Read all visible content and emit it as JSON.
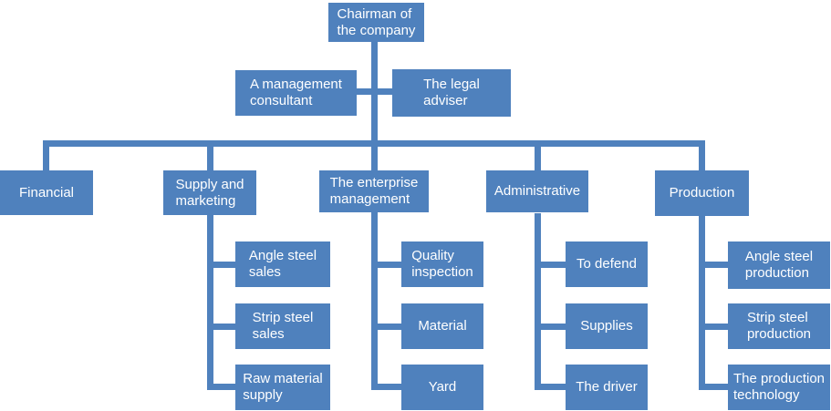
{
  "diagram": {
    "type": "organization-chart",
    "colors": {
      "node_fill": "#4f81bd",
      "connector": "#4f81bd",
      "text": "#ffffff",
      "background": "#ffffff"
    },
    "org": {
      "root": {
        "label": "Chairman of\nthe company"
      },
      "staff": [
        {
          "label": "A management\nconsultant"
        },
        {
          "label": "The legal\nadviser"
        }
      ],
      "departments": [
        {
          "label": "Financial",
          "children": []
        },
        {
          "label": "Supply and\nmarketing",
          "children": [
            {
              "label": "Angle steel\nsales"
            },
            {
              "label": "Strip steel\nsales"
            },
            {
              "label": "Raw material\nsupply"
            }
          ]
        },
        {
          "label": "The enterprise\nmanagement",
          "children": [
            {
              "label": "Quality\ninspection"
            },
            {
              "label": "Material"
            },
            {
              "label": "Yard"
            }
          ]
        },
        {
          "label": "Administrative",
          "children": [
            {
              "label": "To defend"
            },
            {
              "label": "Supplies"
            },
            {
              "label": "The driver"
            }
          ]
        },
        {
          "label": "Production",
          "children": [
            {
              "label": "Angle steel\nproduction"
            },
            {
              "label": "Strip steel\nproduction"
            },
            {
              "label": "The production\ntechnology"
            }
          ]
        }
      ]
    }
  }
}
